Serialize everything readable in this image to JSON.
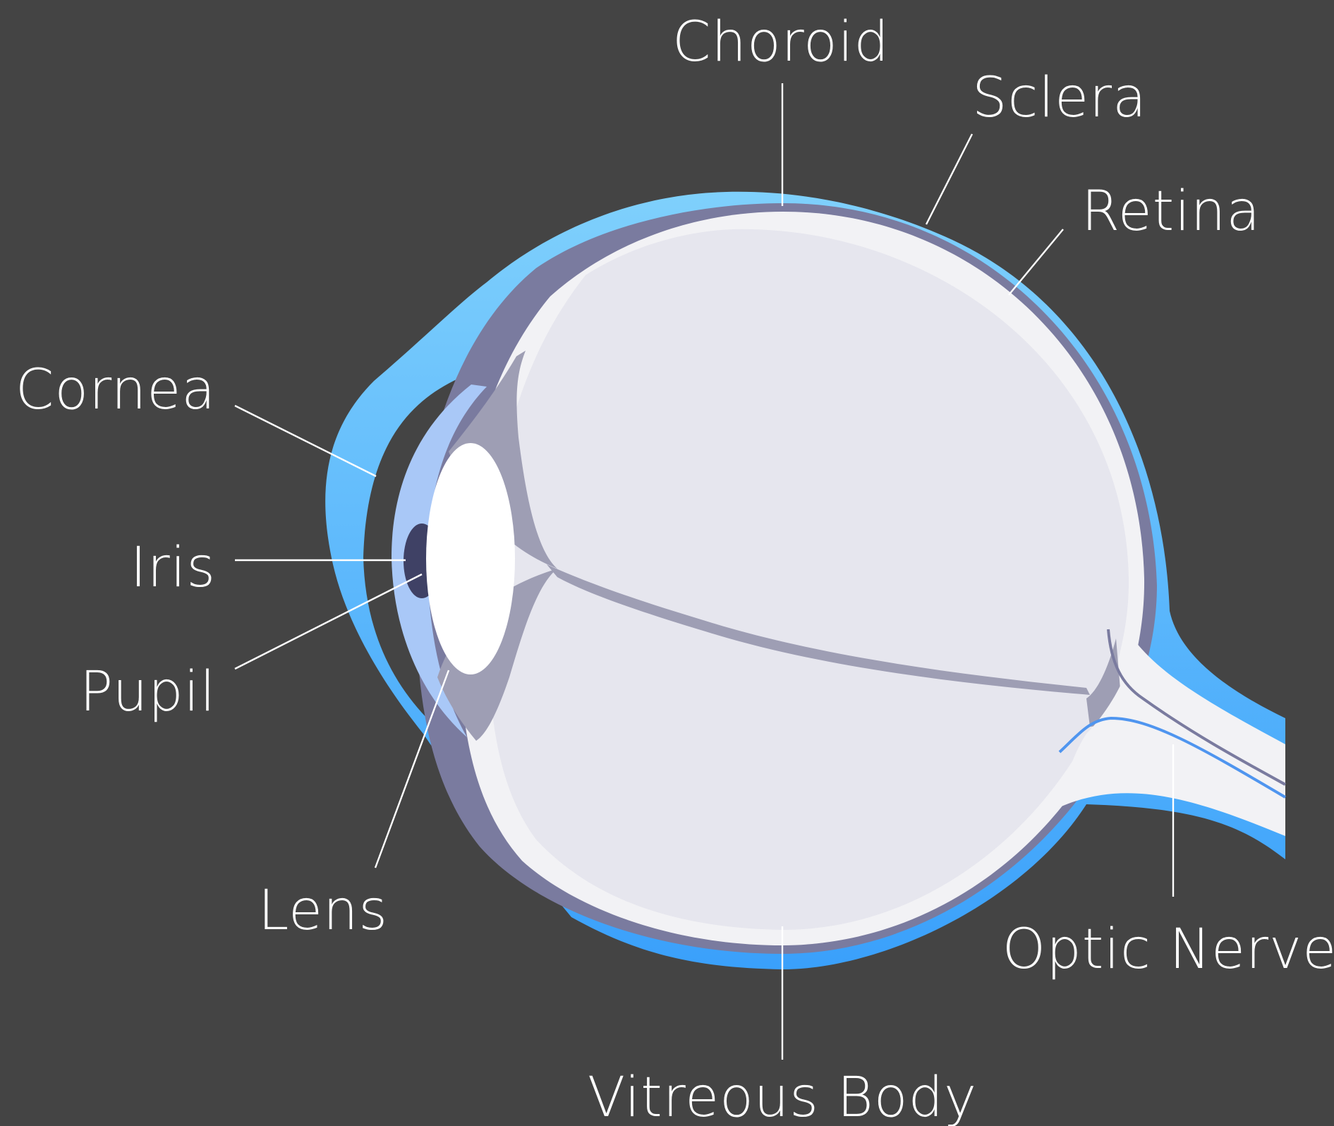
{
  "labels": {
    "choroid": "Choroid",
    "sclera": "Sclera",
    "retina": "Retina",
    "cornea": "Cornea",
    "iris": "Iris",
    "pupil": "Pupil",
    "lens": "Lens",
    "optic_nerve": "Optic Nerve",
    "vitreous_body": "Vitreous Body"
  },
  "colors": {
    "background": "#444444",
    "sclera_light": "#7fd0fc",
    "sclera_dark": "#3aa0fb",
    "choroid": "#7a7b9f",
    "retina": "#f2f2f5",
    "vitreous": "#e6e6ee",
    "ciliary": "#9e9eb4",
    "aqueous": "#a9c8f7",
    "iris": "#3f4165",
    "lens": "#ffffff",
    "optic_vessel_blue": "#4f95ef",
    "leader_line": "#ffffff",
    "text": "#ffffff"
  }
}
